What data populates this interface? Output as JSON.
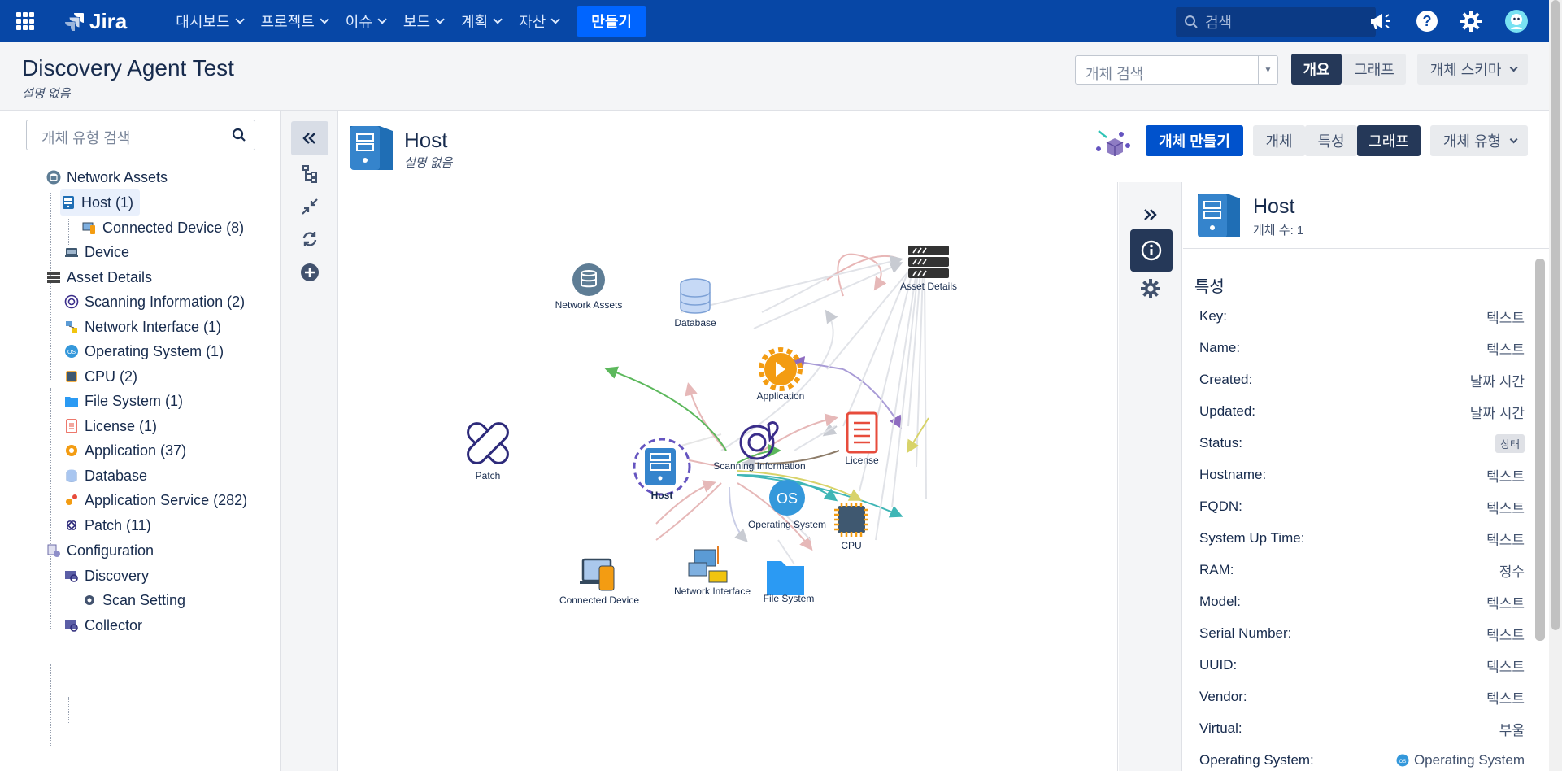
{
  "topnav": {
    "logo": "Jira",
    "menu": [
      {
        "label": "대시보드"
      },
      {
        "label": "프로젝트"
      },
      {
        "label": "이슈"
      },
      {
        "label": "보드"
      },
      {
        "label": "계획"
      },
      {
        "label": "자산"
      }
    ],
    "create": "만들기",
    "search_placeholder": "검색"
  },
  "header": {
    "title": "Discovery Agent Test",
    "subtitle": "설명 없음",
    "object_search_placeholder": "개체 검색",
    "tabs": {
      "overview": "개요",
      "graph": "그래프",
      "schema": "개체 스키마"
    }
  },
  "leftpanel": {
    "search_placeholder": "개체 유형 검색",
    "tree": [
      {
        "label": "Network Assets",
        "icon": "network-assets-icon"
      },
      {
        "label": "Host (1)",
        "icon": "host-icon"
      },
      {
        "label": "Connected Device (8)",
        "icon": "connected-device-icon"
      },
      {
        "label": "Device",
        "icon": "device-icon"
      },
      {
        "label": "Asset Details",
        "icon": "asset-details-icon"
      },
      {
        "label": "Scanning Information (2)",
        "icon": "scanning-icon"
      },
      {
        "label": "Network Interface (1)",
        "icon": "network-interface-icon"
      },
      {
        "label": "Operating System (1)",
        "icon": "os-icon"
      },
      {
        "label": "CPU (2)",
        "icon": "cpu-icon"
      },
      {
        "label": "File System (1)",
        "icon": "folder-icon"
      },
      {
        "label": "License (1)",
        "icon": "license-icon"
      },
      {
        "label": "Application (37)",
        "icon": "application-icon"
      },
      {
        "label": "Database",
        "icon": "database-icon"
      },
      {
        "label": "Application Service (282)",
        "icon": "app-service-icon"
      },
      {
        "label": "Patch (11)",
        "icon": "patch-icon"
      },
      {
        "label": "Configuration",
        "icon": "configuration-icon"
      },
      {
        "label": "Discovery",
        "icon": "discovery-icon"
      },
      {
        "label": "Scan Setting",
        "icon": "gear-icon"
      },
      {
        "label": "Collector",
        "icon": "collector-icon"
      }
    ]
  },
  "main": {
    "title": "Host",
    "subtitle": "설명 없음",
    "create_object": "개체 만들기",
    "tabs": {
      "object": "개체",
      "attribute": "특성",
      "graph": "그래프",
      "object_type": "개체 유형"
    }
  },
  "graph": {
    "nodes": [
      {
        "label": "Asset Details"
      },
      {
        "label": "Network Assets"
      },
      {
        "label": "Database"
      },
      {
        "label": "Application"
      },
      {
        "label": "License"
      },
      {
        "label": "Patch"
      },
      {
        "label": "Host"
      },
      {
        "label": "Scanning Information"
      },
      {
        "label": "Operating System"
      },
      {
        "label": "CPU"
      },
      {
        "label": "Connected Device"
      },
      {
        "label": "Network Interface"
      },
      {
        "label": "File System"
      }
    ],
    "colors": {
      "accent": "#0747a6",
      "host_ring": "#6554c0"
    }
  },
  "detail": {
    "title": "Host",
    "count": "개체 수: 1",
    "section": "특성",
    "attributes": [
      {
        "key": "Key:",
        "value": "텍스트"
      },
      {
        "key": "Name:",
        "value": "텍스트"
      },
      {
        "key": "Created:",
        "value": "날짜 시간"
      },
      {
        "key": "Updated:",
        "value": "날짜 시간"
      },
      {
        "key": "Status:",
        "value": "상태"
      },
      {
        "key": "Hostname:",
        "value": "텍스트"
      },
      {
        "key": "FQDN:",
        "value": "텍스트"
      },
      {
        "key": "System Up Time:",
        "value": "텍스트"
      },
      {
        "key": "RAM:",
        "value": "정수"
      },
      {
        "key": "Model:",
        "value": "텍스트"
      },
      {
        "key": "Serial Number:",
        "value": "텍스트"
      },
      {
        "key": "UUID:",
        "value": "텍스트"
      },
      {
        "key": "Vendor:",
        "value": "텍스트"
      },
      {
        "key": "Virtual:",
        "value": "부울"
      },
      {
        "key": "Operating System:",
        "value": "Operating System"
      }
    ]
  }
}
